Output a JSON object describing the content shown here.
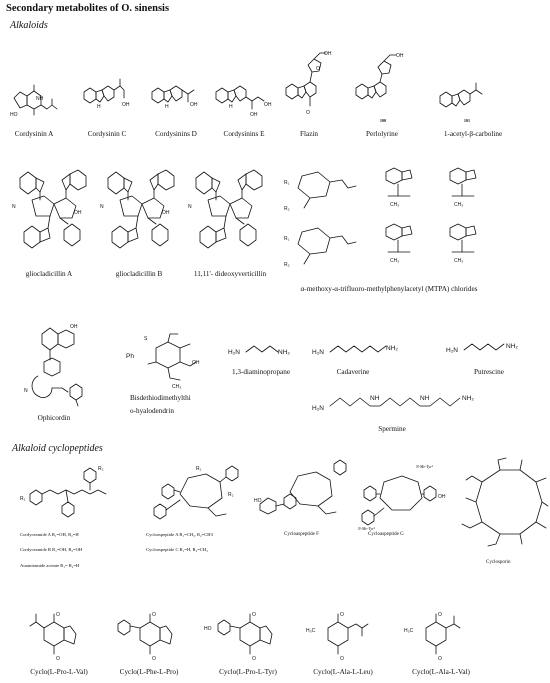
{
  "title": "Secondary metabolites of O. sinensis",
  "sections": {
    "alkaloids": "Alkaloids",
    "cyclopeptides": "Alkaloid cyclopeptides"
  },
  "alkaloids_row1": [
    {
      "name": "Cordysinin A"
    },
    {
      "name": "Cordysinin C"
    },
    {
      "name": "Cordysinins D"
    },
    {
      "name": "Cordysinins E"
    },
    {
      "name": "Flazin"
    },
    {
      "name": "Perlolyrine",
      "number": "100"
    },
    {
      "name": "1-acetyl-β-carboline",
      "number": "101"
    }
  ],
  "alkaloids_row2": [
    {
      "name": "gliocladicillin A"
    },
    {
      "name": "gliocladicillin B"
    },
    {
      "name": "11,11'- dideoxyverticillin"
    }
  ],
  "mtpa_label": "α-methoxy-α-trifluoro-methylphenylacetyl (MTPA) chlorides",
  "alkaloids_row3": {
    "ophicordin": "Ophicordin",
    "bisdethio_line1": "Bisdethiodimethylthi",
    "bisdethio_line2": "o-hyalodendrin",
    "diaminopropane": "1,3-diaminopropane",
    "cadaverine": "Cadaverine",
    "putrescine": "Putrescine",
    "spermine": "Spermine"
  },
  "cyclopeptides": {
    "cordyceamide_lines": [
      "Cordyceamide A R₁=OH, R₂=H",
      "Cordyceamide B R₁=OH, R₂=OH",
      "Aurantiamide acetate R₁= R₂=H"
    ],
    "cyclo_ab_lines": [
      "Cycloaspeptide A R₁=CH₃, R₂=CH3",
      "Cycloaspeptide C R₁=H, R₂=CH₃"
    ],
    "cyclo_f": "Cycloaspeptide F",
    "cyclo_g": "Cycloaspeptide G",
    "cyclosporin": "Cyclosporin",
    "nme_tyr": "N-Me-Tyr¹"
  },
  "dipeptides": [
    {
      "name": "Cyclo(L-Pro-L-Val)"
    },
    {
      "name": "Cyclo(L-Phe-L-Pro)"
    },
    {
      "name": "Cyclo(L-Pro-L-Tyr)"
    },
    {
      "name": "Cyclo(L-Ala-L-Leu)"
    },
    {
      "name": "Cyclo(L-Ala-L-Val)"
    }
  ],
  "atoms": {
    "n": "N",
    "nh": "NH",
    "h": "H",
    "o": "O",
    "oh": "OH",
    "ho": "HO",
    "h2n": "H₂N",
    "nh2": "NH₂",
    "h3c": "H₃C",
    "s": "S",
    "me": "CH₃",
    "ph": "Ph",
    "r1": "R₁",
    "r2": "R₂"
  }
}
